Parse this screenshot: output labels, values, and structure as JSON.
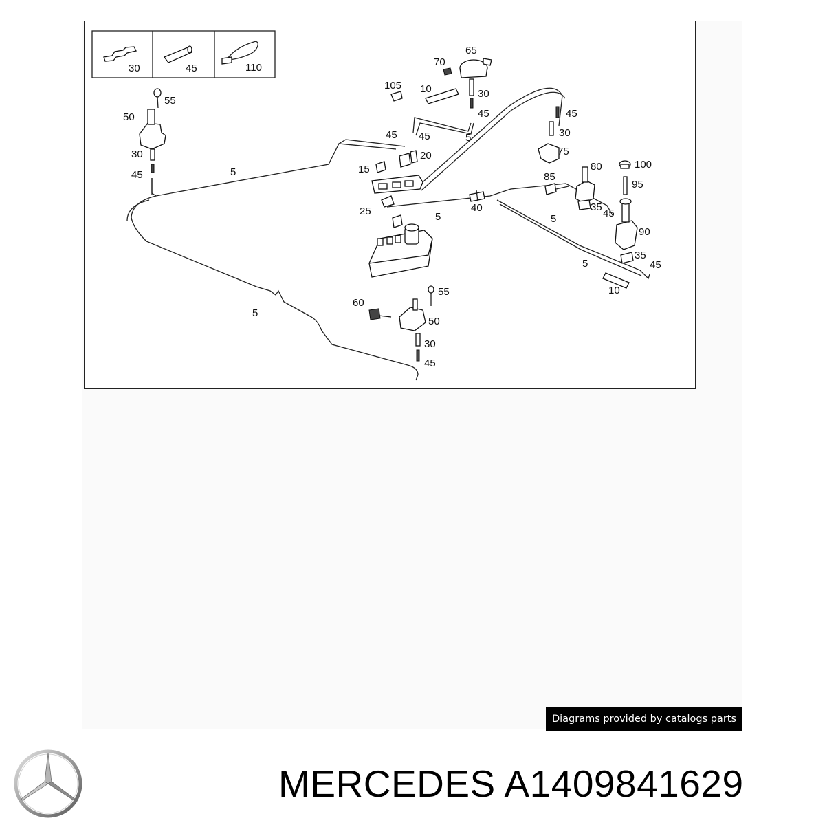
{
  "diagram": {
    "legend_items": [
      {
        "number": "30",
        "icon": "connector-icon"
      },
      {
        "number": "45",
        "icon": "hose-sleeve-icon"
      },
      {
        "number": "110",
        "icon": "cable-tie-icon"
      }
    ],
    "callouts": [
      "55",
      "50",
      "30",
      "45",
      "5",
      "45",
      "45",
      "15",
      "20",
      "105",
      "10",
      "70",
      "65",
      "30",
      "45",
      "5",
      "45",
      "30",
      "75",
      "85",
      "80",
      "100",
      "95",
      "25",
      "40",
      "5",
      "5",
      "35",
      "45",
      "90",
      "5",
      "35",
      "45",
      "10",
      "5",
      "60",
      "55",
      "50",
      "30",
      "45"
    ]
  },
  "credit": {
    "text": "Diagrams provided by catalogs parts"
  },
  "brand": {
    "logo": "mercedes-star-logo",
    "title": "MERCEDES A1409841629"
  }
}
